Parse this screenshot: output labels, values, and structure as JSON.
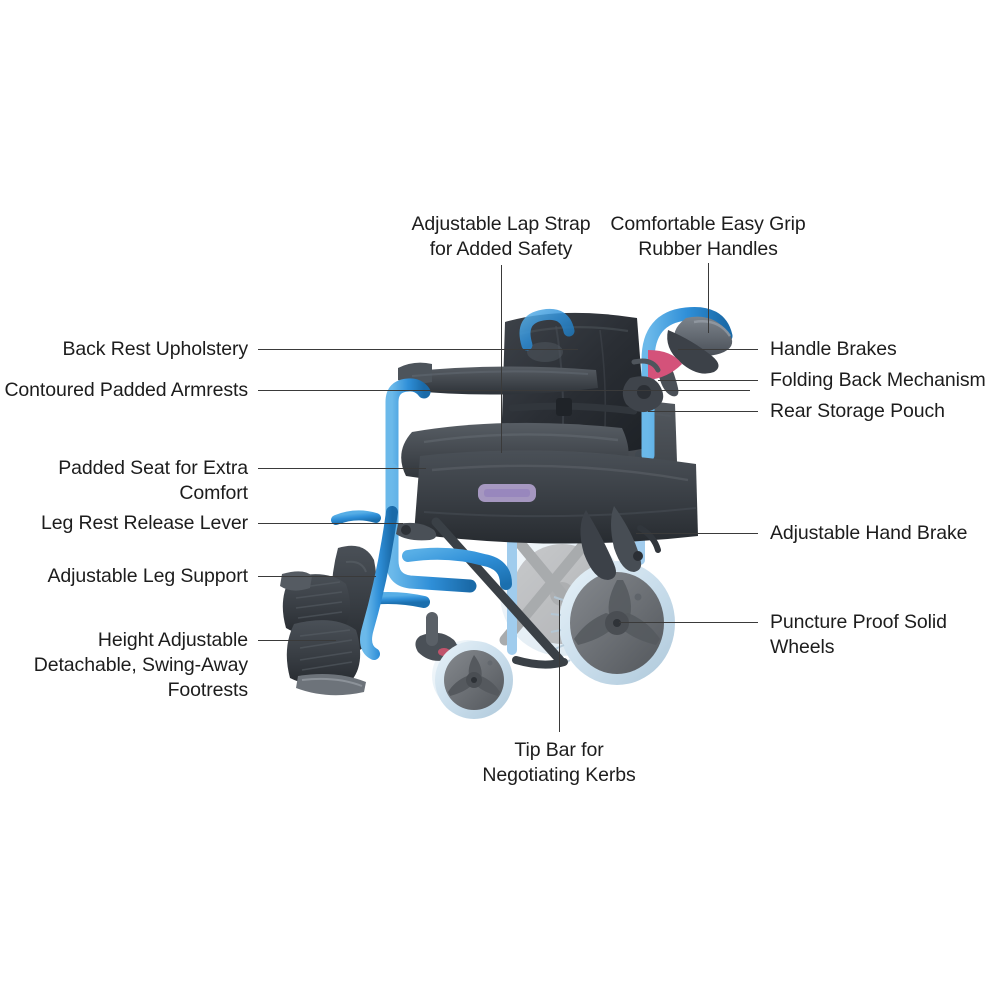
{
  "diagram": {
    "title": "Wheelchair Feature Callout Diagram",
    "subject": "transport wheelchair",
    "background_color": "#ffffff",
    "text_color": "#1d1d1d",
    "leader_line_color": "#3a3a3a",
    "frame_color": "#2f8fd8",
    "upholstery_color": "#3a3f45",
    "tire_color": "#cfe3ef",
    "hub_color": "#6f7277",
    "brake_lever_color": "#d4527a",
    "badge_color": "#b9a7d6"
  },
  "callouts": {
    "lap_strap": {
      "label": "Adjustable Lap Strap\nfor Added Safety",
      "side": "top"
    },
    "rubber_handles": {
      "label": "Comfortable Easy Grip\nRubber Handles",
      "side": "top"
    },
    "back_rest": {
      "label": "Back Rest Upholstery",
      "side": "left"
    },
    "armrests": {
      "label": "Contoured Padded Armrests",
      "side": "left"
    },
    "padded_seat": {
      "label": "Padded Seat for Extra Comfort",
      "side": "left"
    },
    "leg_rest_lever": {
      "label": "Leg Rest Release Lever",
      "side": "left"
    },
    "leg_support": {
      "label": "Adjustable Leg Support",
      "side": "left"
    },
    "footrests": {
      "label": "Height Adjustable\nDetachable, Swing-Away\nFootrests",
      "side": "left"
    },
    "handle_brakes": {
      "label": "Handle Brakes",
      "side": "right"
    },
    "folding_back": {
      "label": "Folding Back Mechanism",
      "side": "right"
    },
    "storage_pouch": {
      "label": "Rear Storage Pouch",
      "side": "right"
    },
    "hand_brake": {
      "label": "Adjustable Hand Brake",
      "side": "right"
    },
    "solid_wheels": {
      "label": "Puncture Proof Solid Wheels",
      "side": "right"
    },
    "tip_bar": {
      "label": "Tip Bar for\nNegotiating Kerbs",
      "side": "bottom"
    }
  }
}
